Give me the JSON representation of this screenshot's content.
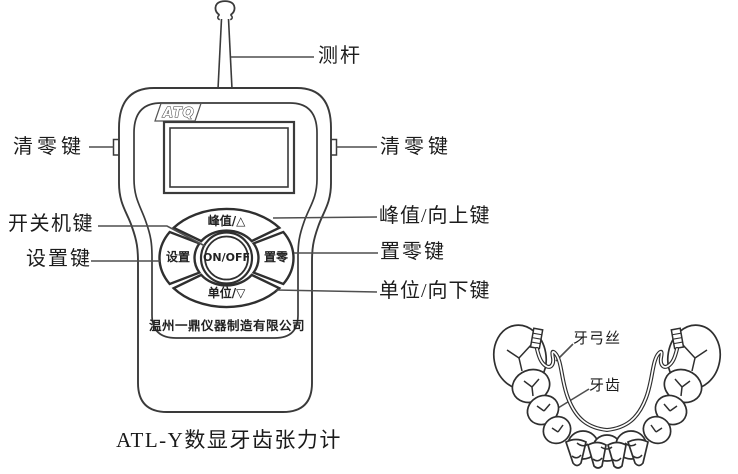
{
  "figure": {
    "caption": "ATL-Y数显牙齿张力计"
  },
  "device": {
    "logo": "ATQ",
    "company": "温州一鼎仪器制造有限公司",
    "buttons": {
      "peak_up": "峰值/△",
      "set": "设置",
      "power": "ON/OFF",
      "zero": "置零",
      "unit_down": "单位/▽"
    }
  },
  "callouts": {
    "measuring_rod": "测杆",
    "clear_key_left": "清零键",
    "clear_key_right": "清零键",
    "power_key": "开关机键",
    "set_key": "设置键",
    "peak_up_key": "峰值/向上键",
    "zero_key": "置零键",
    "unit_down_key": "单位/向下键"
  },
  "teeth_diagram": {
    "archwire_label": "牙弓丝",
    "tooth_label": "牙齿"
  },
  "colors": {
    "line": "#3a3a3a",
    "leader": "#4f4f4f",
    "text": "#1c1c1c",
    "background": "#ffffff"
  }
}
